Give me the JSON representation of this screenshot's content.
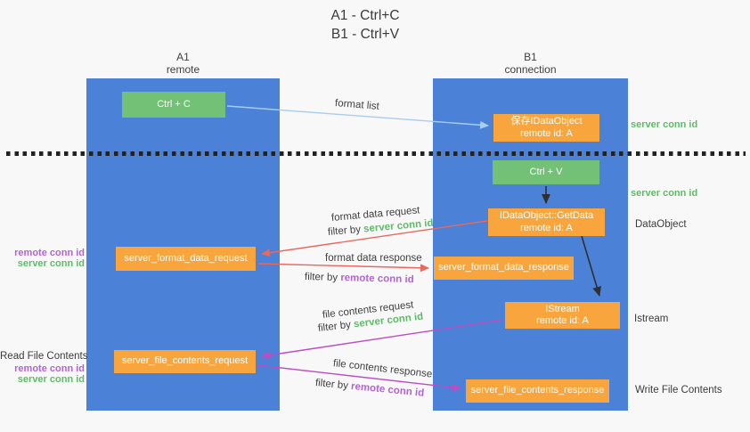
{
  "title": {
    "line1": "A1 - Ctrl+C",
    "line2": "B1 - Ctrl+V"
  },
  "lifelines": {
    "a1": {
      "name": "A1",
      "role": "remote"
    },
    "b1": {
      "name": "B1",
      "role": "connection"
    }
  },
  "nodes": {
    "ctrl_c": {
      "label": "Ctrl + C"
    },
    "ctrl_v": {
      "label": "Ctrl + V"
    },
    "save_dataobject": {
      "line1": "保存IDataObject",
      "line2": "remote id: A"
    },
    "getdata": {
      "line1": "IDataObject::GetData",
      "line2": "remote id: A"
    },
    "istream": {
      "line1": "IStream",
      "line2": "remote id: A"
    },
    "format_request": {
      "label": "server_format_data_request"
    },
    "format_response": {
      "label": "server_format_data_response"
    },
    "file_request": {
      "label": "server_file_contents_request"
    },
    "file_response": {
      "label": "server_file_contents_response"
    }
  },
  "edge_labels": {
    "format_list": "format list",
    "format_data_request": "format data request",
    "format_data_response": "format data response",
    "file_contents_request": "file contents request",
    "file_contents_response": "file contents response",
    "filter_by": "filter by",
    "server_conn_id": "server conn id",
    "remote_conn_id": "remote conn id"
  },
  "side_labels": {
    "right_server_conn_top": "server conn id",
    "right_server_conn_mid": "server conn id",
    "dataobject": "DataObject",
    "istream": "Istream",
    "write_file_contents": "Write File Contents",
    "left_remote_conn_top": "remote conn id",
    "left_server_conn_top": "server conn id",
    "read_file_contents": "Read File Contents",
    "left_remote_conn_bottom": "remote conn id",
    "left_server_conn_bottom": "server conn id"
  },
  "colors": {
    "lifeline_blue": "#4b81d7",
    "node_green": "#72c176",
    "node_orange": "#f9a53d",
    "arrow_light_blue": "#a9cdec",
    "arrow_black": "#2f2f2f",
    "arrow_salmon": "#e8695f",
    "arrow_magenta": "#bb4ec2",
    "text_green": "#5fbc66",
    "text_purple": "#b164d4",
    "text_dark": "#3c3c3c",
    "background": "#f8f8f9"
  }
}
